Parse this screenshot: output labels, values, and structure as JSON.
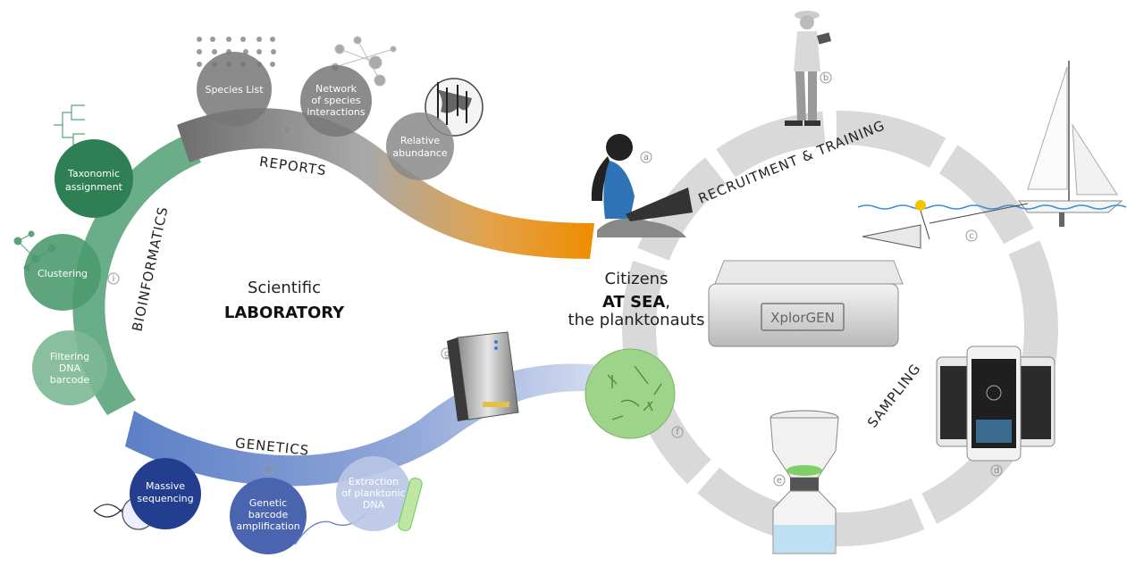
{
  "lab": {
    "line1": "Scientific",
    "line2": "LABORATORY"
  },
  "sea": {
    "line1": "Citizens",
    "line2_bold": "AT SEA",
    "line2_suffix": ",",
    "line3": "the planktonauts"
  },
  "reports": {
    "title": "REPORTS",
    "letter": "j",
    "items": [
      {
        "lines": [
          "Species List"
        ]
      },
      {
        "lines": [
          "Network",
          "of species",
          "interactions"
        ]
      },
      {
        "lines": [
          "Relative",
          "abundance"
        ]
      }
    ]
  },
  "bioinformatics": {
    "title": "BIOINFORMATICS",
    "letter": "i",
    "items": [
      {
        "lines": [
          "Taxonomic",
          "assignment"
        ]
      },
      {
        "lines": [
          "Clustering"
        ]
      },
      {
        "lines": [
          "Filtering",
          "DNA",
          "barcode"
        ]
      }
    ]
  },
  "genetics": {
    "title": "GENETICS",
    "letter": "h",
    "items": [
      {
        "lines": [
          "Massive",
          "sequencing"
        ]
      },
      {
        "lines": [
          "Genetic",
          "barcode",
          "amplification"
        ]
      },
      {
        "lines": [
          "Extraction",
          "of planktonic",
          "DNA"
        ]
      }
    ]
  },
  "recruitment": {
    "title": "RECRUITMENT & TRAINING"
  },
  "sampling": {
    "title": "SAMPLING"
  },
  "device": {
    "label": "XplorGEN"
  },
  "letters": {
    "a": "a",
    "b": "b",
    "c": "c",
    "d": "d",
    "e": "e",
    "f": "f",
    "g": "g"
  },
  "colors": {
    "bio_green": "#5aa47c",
    "bio_dark": "#2f7f55",
    "reports_gray": "#6b6b6b",
    "reports_orange": "#f08c00",
    "genetics_blue": "#5a7fc4",
    "genetics_dark": "#243e8f",
    "ring_gray": "#d9d9d9"
  }
}
